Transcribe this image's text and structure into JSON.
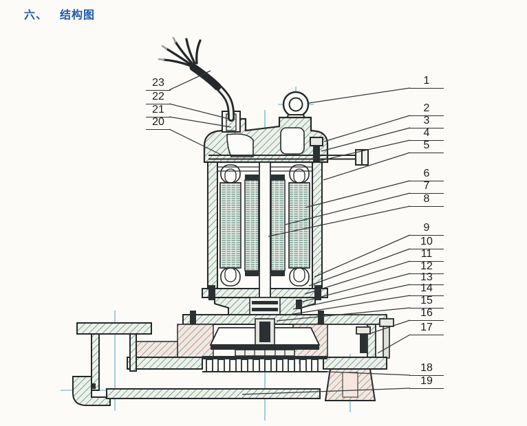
{
  "header": {
    "section": "六、",
    "title": "结构图"
  },
  "callouts": {
    "right": [
      "1",
      "2",
      "3",
      "4",
      "5",
      "6",
      "7",
      "8",
      "9",
      "10",
      "11",
      "12",
      "13",
      "14",
      "15",
      "16",
      "17",
      "18",
      "19"
    ],
    "left": [
      "23",
      "22",
      "21",
      "20"
    ]
  },
  "colors": {
    "header_text": "#1d5cab",
    "drawing_line": "#24282a",
    "hatch_stroke": "#47806f",
    "centerline": "#58aac4",
    "casting_fill": "#f6e6df",
    "callout_text": "#1b1b1b",
    "page_background": "#fcfbf8"
  }
}
